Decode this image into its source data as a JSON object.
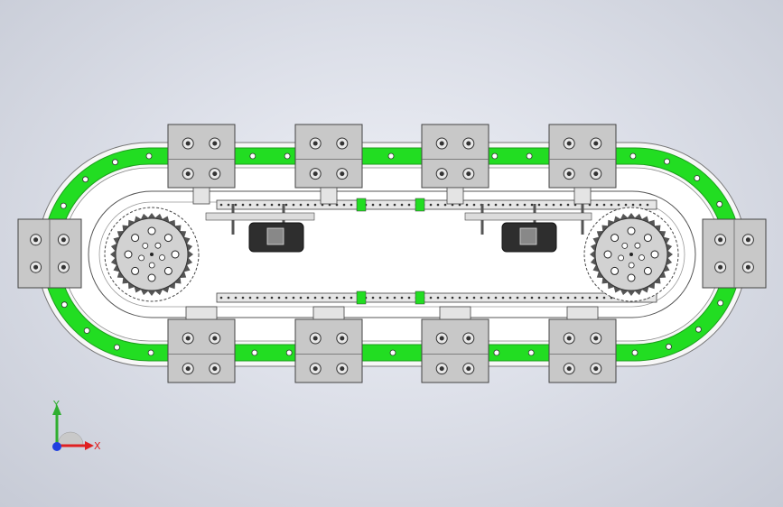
{
  "viewport": {
    "background_top": "#eef0f6",
    "background_bottom": "#c7cbd6"
  },
  "model": {
    "frame_color": "#f7f7f7",
    "track_color": "#22dd22",
    "track_edge_color": "#1c9e1c",
    "plate_color": "#c8c8c8",
    "plate_edge_color": "#444444",
    "sprocket_color": "#d2d2d2",
    "window_color": "#2e2e2e",
    "chain_color": "#e6e6e6",
    "top_carriage_count": 4,
    "bottom_carriage_count": 4,
    "end_carriage_count": 2,
    "sprocket_count": 2
  },
  "triad": {
    "y_label": "Y",
    "x_label": "X",
    "y_color": "#2fae2f",
    "x_color": "#e02020",
    "z_color": "#2040e0"
  }
}
